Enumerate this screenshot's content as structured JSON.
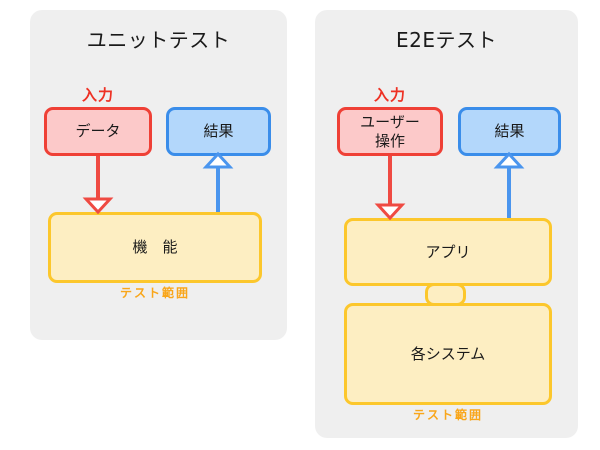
{
  "diagram": {
    "background": "#ffffff",
    "panel_background": "#efefef",
    "colors": {
      "red_border": "#ef4036",
      "red_fill": "#fcc9c9",
      "blue_border": "#3a8dea",
      "blue_fill": "#b3d7fb",
      "yellow_border": "#fcc72c",
      "yellow_fill": "#fdeec2",
      "input_label": "#ee3124",
      "scope_label": "#f9a61a",
      "text": "#1a1a1a"
    }
  },
  "panels": [
    {
      "id": "unit-test",
      "title": "ユニットテスト",
      "nodes": {
        "input_box": "データ",
        "result_box": "結果",
        "target_box": "機　能"
      },
      "labels": {
        "input": "入力",
        "scope": "テスト範囲"
      }
    },
    {
      "id": "e2e-test",
      "title": "E2Eテスト",
      "nodes": {
        "input_box": "ユーザー\n操作",
        "input_box_line1": "ユーザー",
        "input_box_line2": "操作",
        "result_box": "結果",
        "app_box": "アプリ",
        "systems_box": "各システム",
        "connector_box": ""
      },
      "labels": {
        "input": "入力",
        "scope": "テスト範囲"
      }
    }
  ]
}
